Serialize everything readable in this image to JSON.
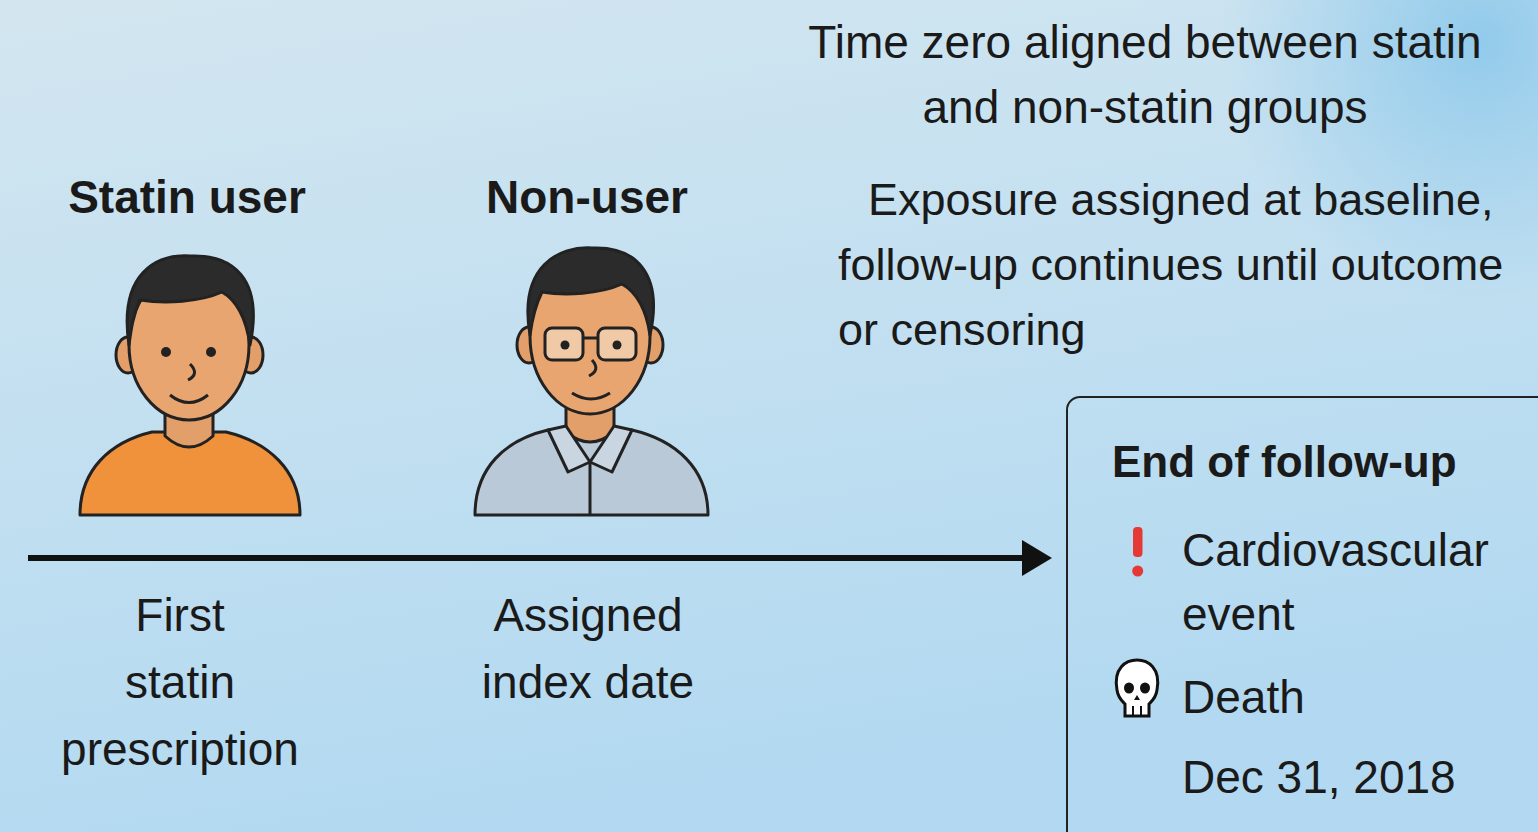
{
  "diagram": {
    "nodes": [
      {
        "text": [
          "End of follow-up",
          "Cardiovascular event",
          "Death",
          "Dec 31, 2018"
        ]
      }
    ],
    "labels": [
      "Time zero aligned between statin and non-statin groups",
      "Statin user",
      "Non-user",
      "Exposure assigned at baseline, follow-up continues until outcome or censoring",
      "First statin prescription",
      "Assigned index date"
    ]
  }
}
